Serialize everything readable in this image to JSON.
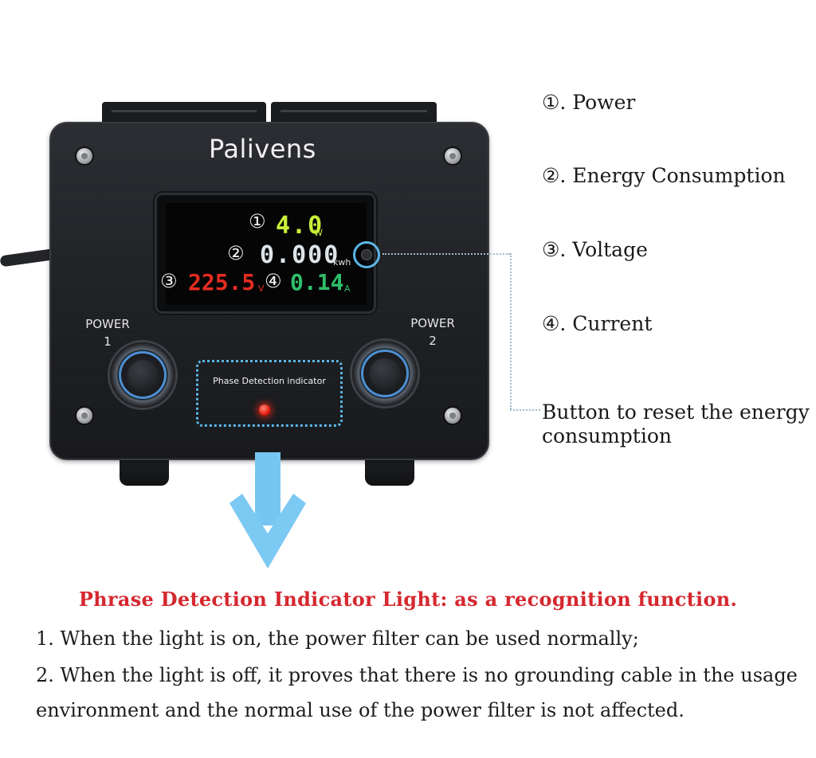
{
  "device": {
    "brand": "Palivens",
    "display": {
      "power_marker": "①",
      "power_value": "4.0",
      "power_unit": "W",
      "energy_marker": "②",
      "energy_value": "0.000",
      "energy_unit": "kwh",
      "voltage_marker": "③",
      "voltage_value": "225.5",
      "voltage_unit": "V",
      "current_marker": "④",
      "current_value": "0.14",
      "current_unit": "A"
    },
    "power_1_label": "POWER",
    "power_1_number": "1",
    "power_2_label": "POWER",
    "power_2_number": "2",
    "phase_indicator_label": "Phase Detection indicator"
  },
  "legend": {
    "power": "①. Power",
    "energy": "②.  Energy Consumption",
    "voltage": "③. Voltage",
    "current": "④. Current",
    "reset_button": "Button to reset the energy consumption"
  },
  "notes": {
    "headline": "Phrase Detection Indicator Light: as a recognition function.",
    "line1": "1. When the light is on, the power filter can be used normally;",
    "line2": "2. When the light is off, it proves that there is no grounding cable in the usage environment and the normal use of the power filter is not affected."
  },
  "colors": {
    "power_readout": "#c9ef3a",
    "energy_readout": "#dde4e8",
    "voltage_readout": "#e62c22",
    "current_readout": "#2fbf6a",
    "highlight_blue": "#5bb7e6",
    "headline_red": "#d5282f"
  }
}
